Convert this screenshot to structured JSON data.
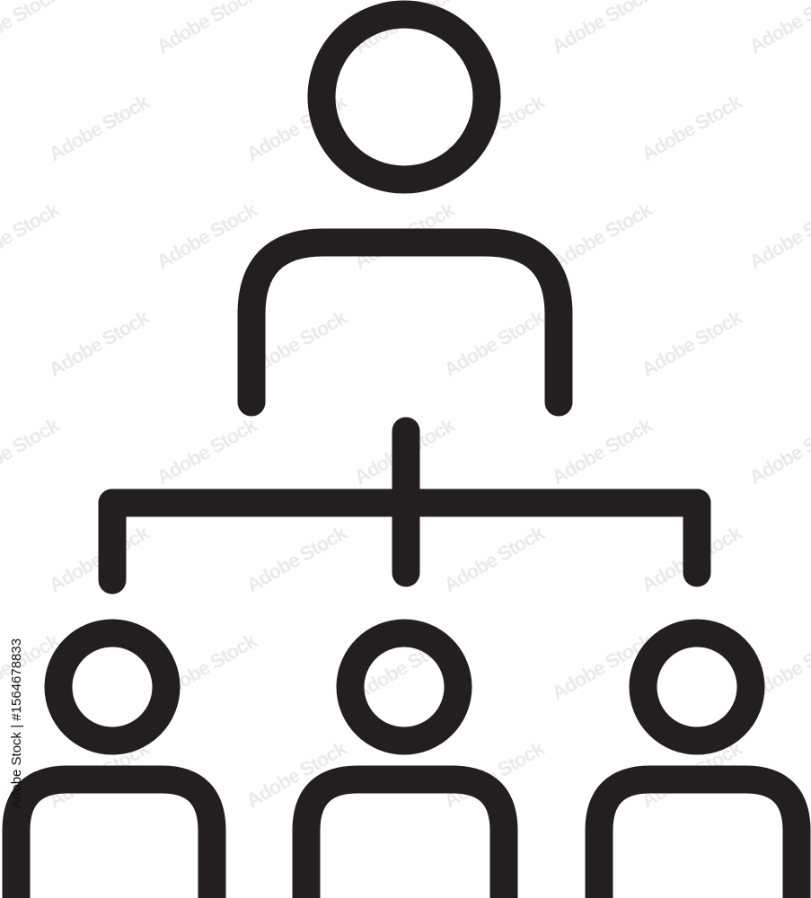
{
  "colors": {
    "stroke": "#231f20",
    "background": "#ffffff",
    "watermark": "#d9d9d9"
  },
  "diagram": {
    "type": "organization-hierarchy-icon",
    "levels": [
      {
        "level": 1,
        "people": 1
      },
      {
        "level": 2,
        "people": 3
      }
    ]
  },
  "watermark_text": "Adobe Stock",
  "stock_id_text": "Adobe Stock | #1564678833"
}
